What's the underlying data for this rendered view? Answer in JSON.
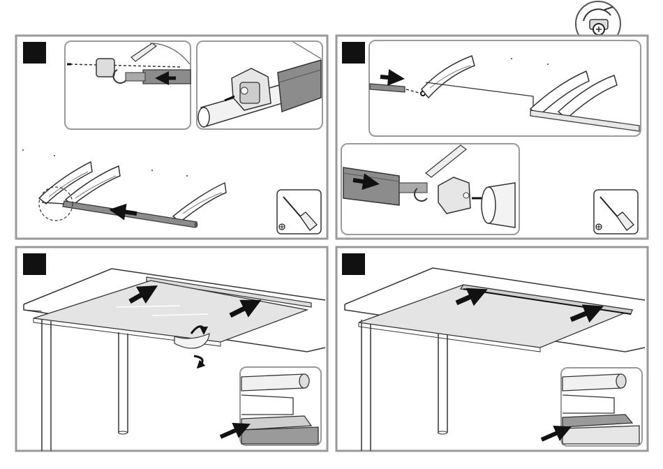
{
  "document": {
    "steps": [
      {
        "id": "step-1",
        "number": ""
      },
      {
        "id": "step-2",
        "number": ""
      },
      {
        "id": "step-3",
        "number": ""
      },
      {
        "id": "step-4",
        "number": ""
      }
    ]
  },
  "icons": {
    "screwdriver": "screwdriver-icon",
    "screw_head": "phillips-screw-icon",
    "arrow": "direction-arrow-icon",
    "rotate": "rotate-arrow-icon"
  },
  "colors": {
    "frame": "#9a9a9a",
    "badge": "#111111",
    "line": "#333333",
    "pipe": "#8c8c8c",
    "sheet": "#e4e4e4",
    "arrow": "#1a1a1a"
  }
}
